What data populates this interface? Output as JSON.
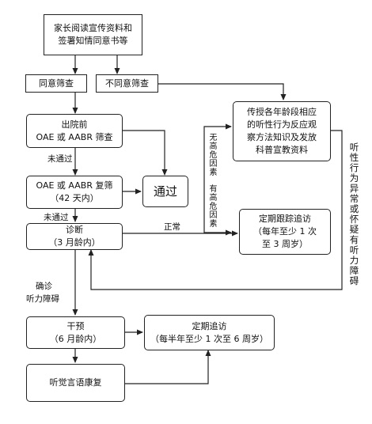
{
  "nodes": {
    "start": {
      "line1": "家长阅读宣传资料和",
      "line2": "签署知情同意书等"
    },
    "agree": {
      "label": "同意筛查"
    },
    "disagree": {
      "label": "不同意筛查"
    },
    "predischarge": {
      "line1": "出院前",
      "line2": "OAE 或 AABR 筛查"
    },
    "rescreen": {
      "line1": "OAE 或 AABR 复筛",
      "line2": "（42 天内）"
    },
    "pass": {
      "label": "通过"
    },
    "education": {
      "line1": "传授各年龄段相应",
      "line2": "的听性行为反应观",
      "line3": "察方法知识及发放",
      "line4": "科普宣教资料"
    },
    "followup": {
      "line1": "定期跟踪追访",
      "line2": "（每年至少 1 次",
      "line3": "至 3 周岁）"
    },
    "diagnosis": {
      "line1": "诊断",
      "line2": "（3 月龄内）"
    },
    "intervention": {
      "line1": "干预",
      "line2": "（6 月龄内）"
    },
    "periodic": {
      "line1": "定期追访",
      "line2": "（每半年至少 1 次至 6 周岁）"
    },
    "rehab": {
      "label": "听觉言语康复"
    }
  },
  "edge_labels": {
    "fail1": "未通过",
    "fail2": "未通过",
    "no_risk": "无高危因素",
    "has_risk": "有高危因素",
    "normal": "正常",
    "confirmed_line1": "确诊",
    "confirmed_line2": "听力障碍",
    "abnormal": "听性行为异常或怀疑有听力障碍"
  }
}
